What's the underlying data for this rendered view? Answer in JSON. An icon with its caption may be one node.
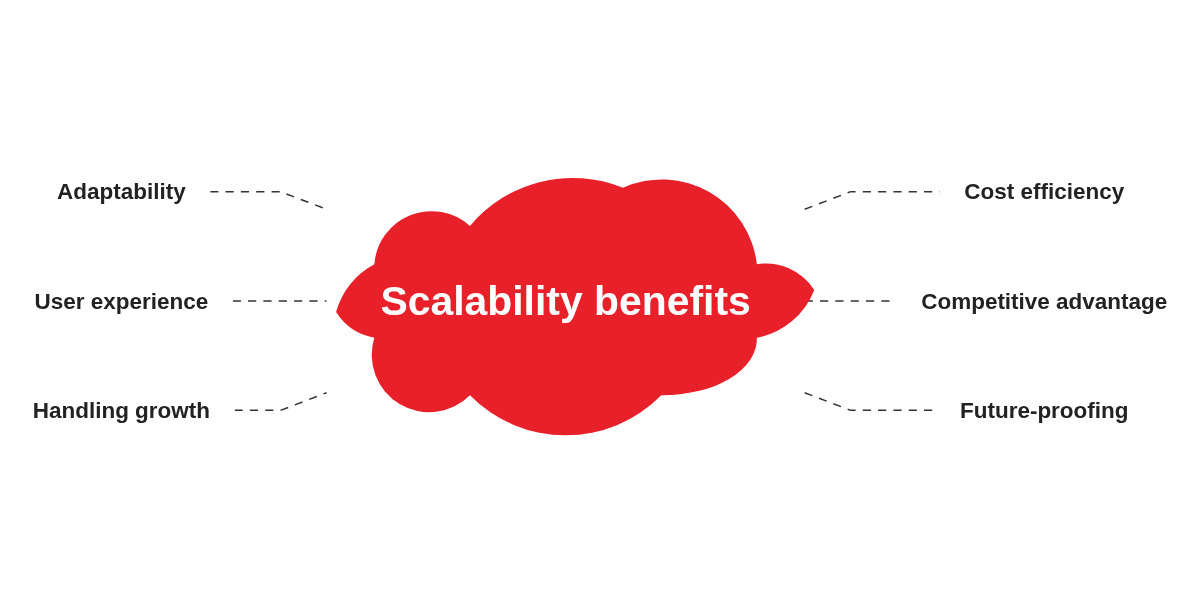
{
  "diagram": {
    "nodes": [
      {
        "text": [
          "Adaptability"
        ]
      },
      {
        "text": [
          "Cost efficiency"
        ]
      },
      {
        "text": [
          "User experience"
        ]
      },
      {
        "text": [
          "Competitive advantage"
        ]
      },
      {
        "text": [
          "Handling growth"
        ]
      },
      {
        "text": [
          "Future-proofing"
        ]
      },
      {
        "text": [
          "Scalability benefits"
        ]
      }
    ],
    "edges": [
      {
        "from": 0,
        "to": 6,
        "arrow": "none",
        "style": "dashed"
      },
      {
        "from": 1,
        "to": 6,
        "arrow": "none",
        "style": "dashed"
      },
      {
        "from": 2,
        "to": 6,
        "arrow": "none",
        "style": "dashed"
      },
      {
        "from": 3,
        "to": 6,
        "arrow": "none",
        "style": "dashed"
      },
      {
        "from": 4,
        "to": 6,
        "arrow": "none",
        "style": "dashed"
      },
      {
        "from": 5,
        "to": 6,
        "arrow": "none",
        "style": "dashed"
      }
    ]
  }
}
